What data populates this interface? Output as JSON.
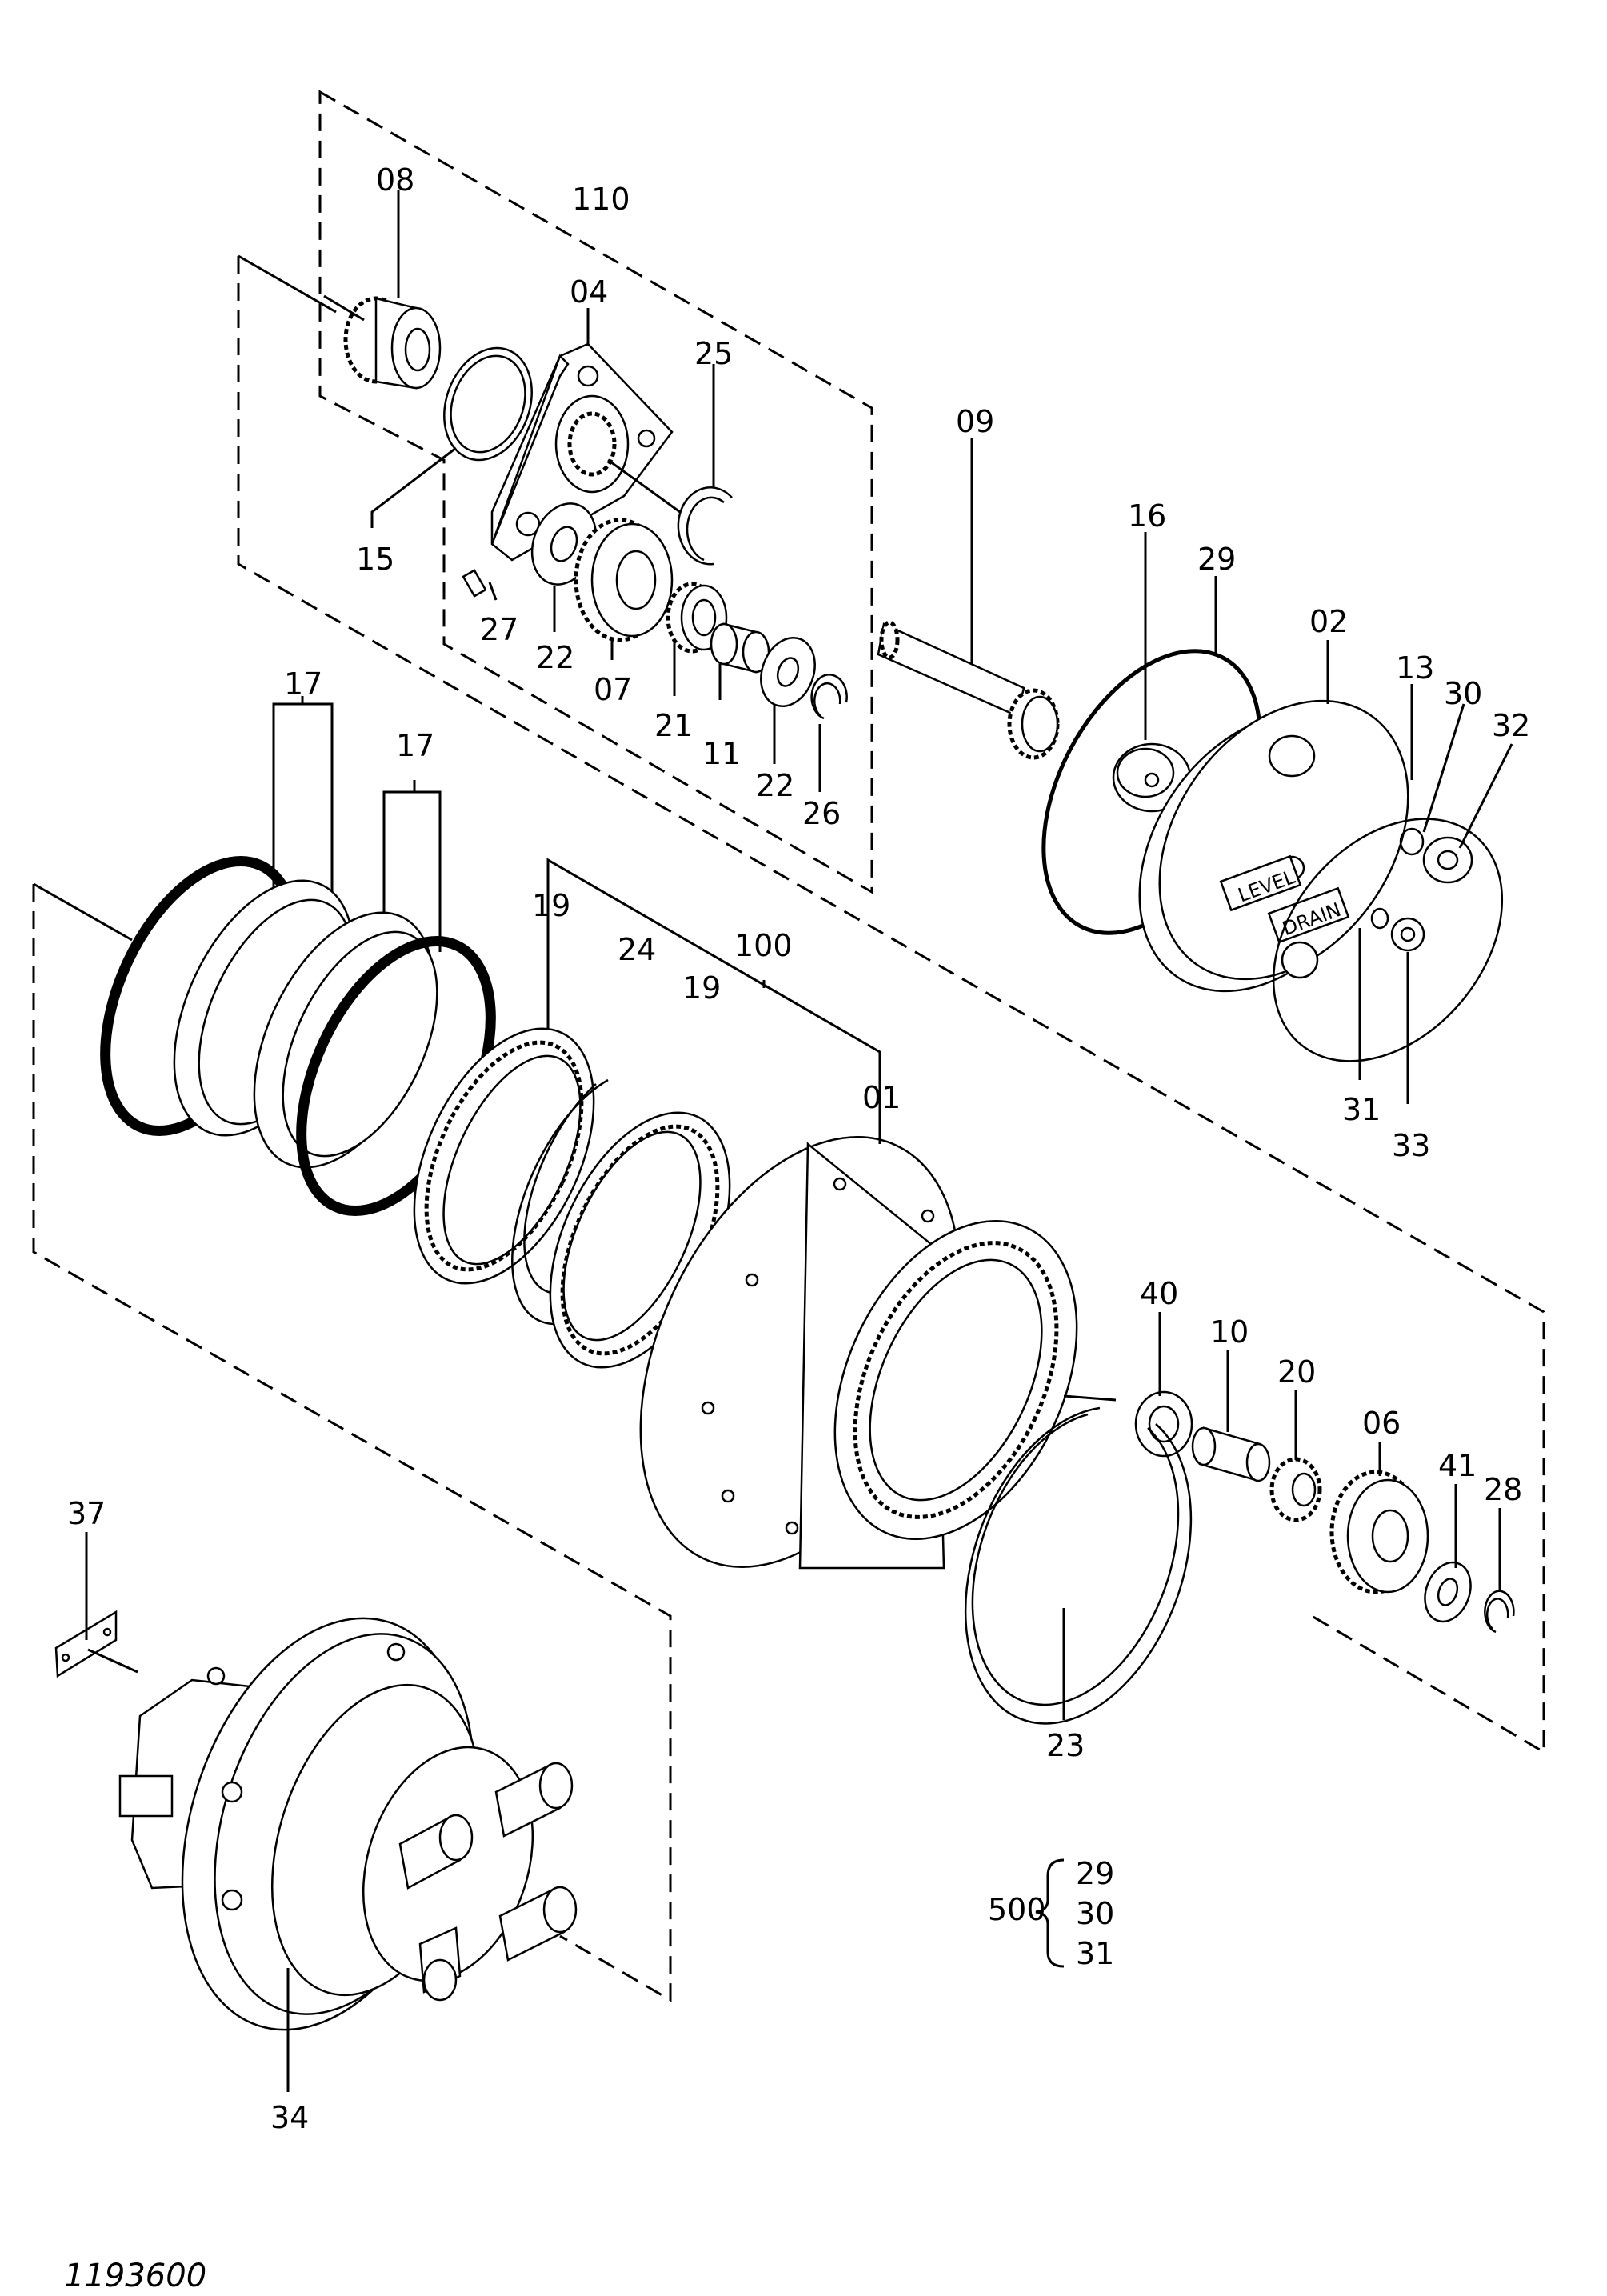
{
  "figure_number": "1193600",
  "part_labels": {
    "p01": "01",
    "p02": "02",
    "p04": "04",
    "p06": "06",
    "p07": "07",
    "p08": "08",
    "p09": "09",
    "p10": "10",
    "p11": "11",
    "p13": "13",
    "p15": "15",
    "p16": "16",
    "p17a": "17",
    "p17b": "17",
    "p19a": "19",
    "p19b": "19",
    "p20": "20",
    "p21": "21",
    "p22a": "22",
    "p22b": "22",
    "p23": "23",
    "p24": "24",
    "p25": "25",
    "p26": "26",
    "p27": "27",
    "p28": "28",
    "p29": "29",
    "p30": "30",
    "p31": "31",
    "p32": "32",
    "p33": "33",
    "p34": "34",
    "p37": "37",
    "p40": "40",
    "p41": "41",
    "p100": "100",
    "p110": "110"
  },
  "cover_text": {
    "level": "LEVEL",
    "drain": "DRAIN"
  },
  "kit": {
    "number": "500",
    "items": [
      "29",
      "30",
      "31"
    ]
  }
}
